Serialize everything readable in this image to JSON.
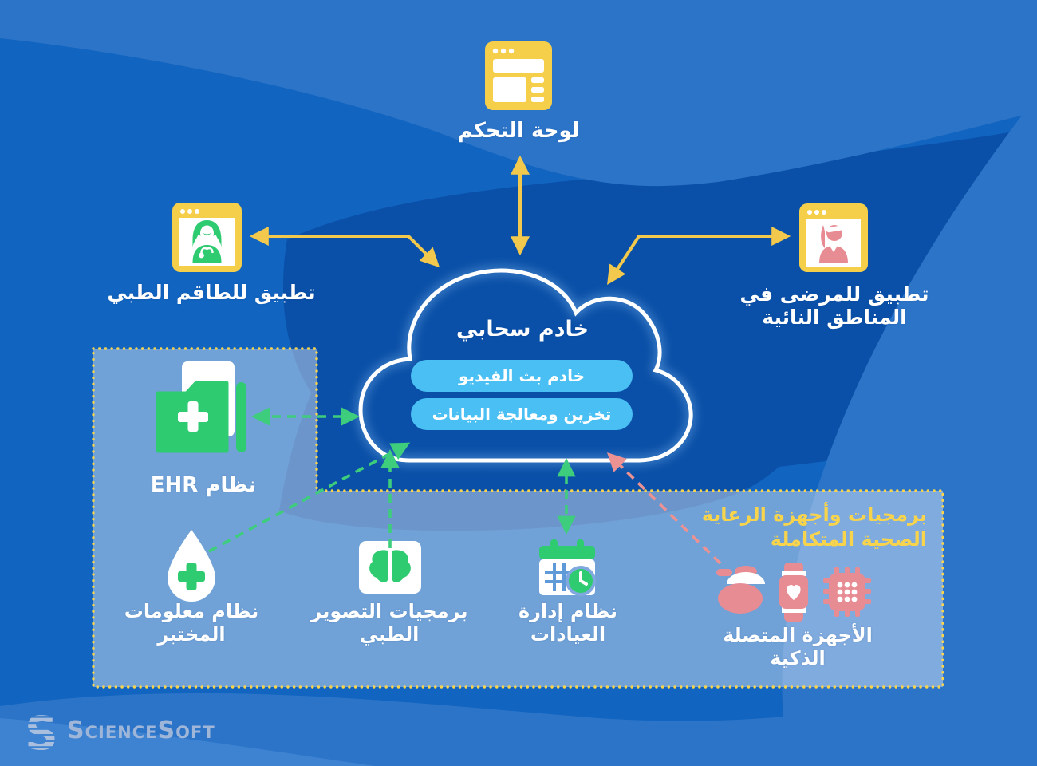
{
  "colors": {
    "background_base": "#1164BF",
    "background_dark_wave": "#0A50A8",
    "background_light_wave": "#2C74C8",
    "background_lighter_wave": "#3E83D2",
    "accent_yellow": "#F2C94C",
    "accent_green": "#2FCB70",
    "arrow_green": "#3ECD7C",
    "accent_pink": "#E88C94",
    "pill_blue": "#49BFF3",
    "panel_border_yellow": "#F8D44D",
    "logo_blue_gray": "#9FB6D8"
  },
  "nodes": {
    "dashboard": {
      "label": "لوحة التحكم"
    },
    "staff_app": {
      "label": "تطبيق للطاقم الطبي"
    },
    "patient_app": {
      "label_line1": "تطبيق للمرضى في",
      "label_line2": "المناطق النائية"
    },
    "cloud": {
      "title": "خادم سحابي",
      "services": [
        "خادم بث الفيديو",
        "تخزين ومعالجة البيانات"
      ]
    },
    "panel": {
      "title_line1": "برمجيات وأجهزة الرعاية",
      "title_line2": "الصحية المتكاملة"
    },
    "ehr": {
      "label": "نظام EHR"
    },
    "lab": {
      "label_line1": "نظام معلومات",
      "label_line2": "المختبر"
    },
    "imaging": {
      "label_line1": "برمجيات التصوير",
      "label_line2": "الطبي"
    },
    "clinic": {
      "label_line1": "نظام إدارة",
      "label_line2": "العيادات"
    },
    "devices": {
      "label_line1": "الأجهزة المتصلة",
      "label_line2": "الذكية"
    }
  },
  "footer": {
    "logo_text": "ScienceSoft"
  }
}
